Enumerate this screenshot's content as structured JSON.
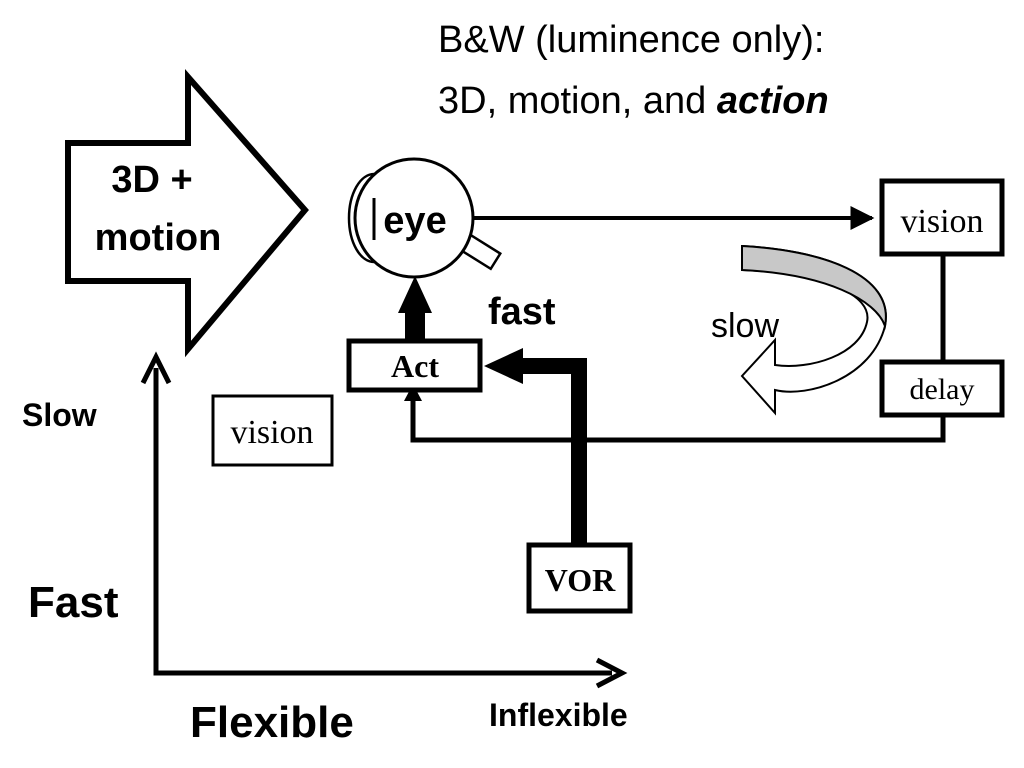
{
  "title": {
    "line1": "B&W (luminence only):",
    "line2_prefix": "3D, motion, and ",
    "line2_emph": "action"
  },
  "big_arrow": {
    "line1": "3D +",
    "line2": "motion"
  },
  "nodes": {
    "eye": "eye",
    "vision_right": "vision",
    "delay": "delay",
    "act": "Act",
    "vision_left": "vision",
    "vor": "VOR"
  },
  "labels": {
    "fast_path": "fast",
    "slow_path": "slow"
  },
  "axes": {
    "y_top": "Slow",
    "y_bottom": "Fast",
    "x_left": "Flexible",
    "x_right": "Inflexible"
  },
  "colors": {
    "ink": "#000000",
    "curved_arrow_fill": "#c8c8c8",
    "background": "#ffffff"
  }
}
